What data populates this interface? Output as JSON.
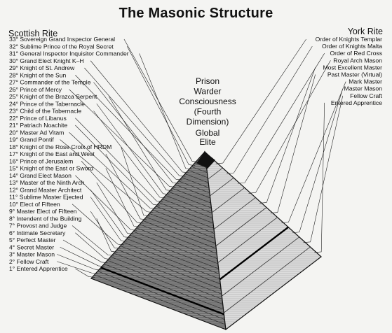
{
  "title": "The Masonic Structure",
  "scottish_rite": {
    "heading": "Scottish Rite",
    "degrees": [
      "33° Sovereign Grand Inspector General",
      "32° Sublime Prince of the Royal Secret",
      "31° General Inspector Inquisitor Commander",
      "30° Grand Elect Knight K–H",
      "29° Knight of St. Andrew",
      "28° Knight of the Sun",
      "27° Commander of the Temple",
      "26° Prince of Mercy",
      "25° Knight of the Brazca Serpent",
      "24° Prince of the Tabernacle",
      "23° Child of the Tabernacle",
      "22° Prince of Libanus",
      "21° Patriach Noachite",
      "20° Master Ad Vitam",
      "19° Grand Pontif",
      "18° Knight of the Rose Croix of HRDM",
      "17° Knight of the East and West",
      "16° Prince of Jerusalem",
      "15° Knight of the East or Sword",
      "14° Grand Elect Mason",
      "13° Master of the Ninth Arch",
      "12° Grand Master Architect",
      "11° Sublime Master Ejected",
      "10° Elect of Fifteen",
      "9° Master Elect of Fifteen",
      "8° Intendent of the Building",
      "7° Provost and Judge",
      "6° Intimate Secretary",
      "5° Perfect Master",
      "4° Secret Master",
      "3° Master Mason",
      "2° Fellow Craft",
      "1° Entered Apprentice"
    ]
  },
  "york_rite": {
    "heading": "York Rite",
    "degrees": [
      "Order of Knights Templar",
      "Order of Knights Malta",
      "Order of Red Cross",
      "Royal Arch Mason",
      "Most Excellent Master",
      "Past Master (Virtual)",
      "Mark Master",
      "Master Mason",
      "Fellow Craft",
      "Entered Apprentice"
    ]
  },
  "center_label": [
    "Prison",
    "Warder",
    "Consciousness",
    "(Fourth",
    "Dimension)"
  ],
  "apex_label": [
    "Global",
    "Elite"
  ]
}
